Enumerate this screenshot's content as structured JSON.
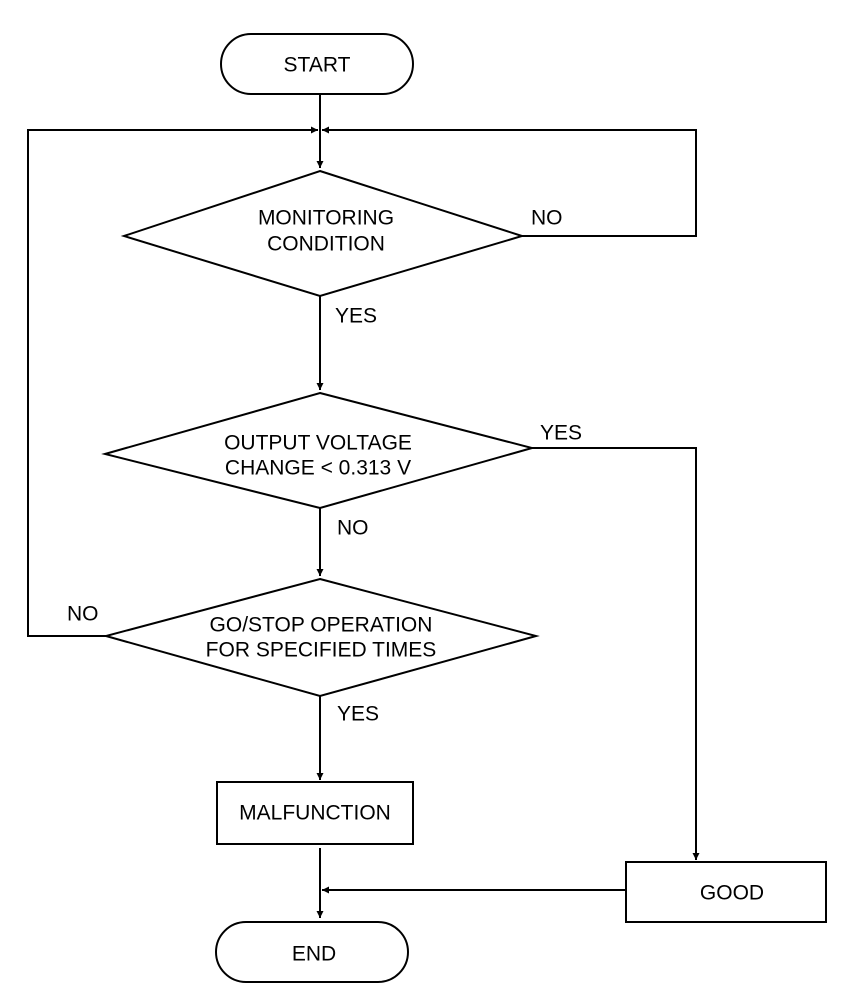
{
  "diagram": {
    "type": "flowchart",
    "nodes": {
      "start": {
        "label": "START",
        "shape": "terminator"
      },
      "monitoring": {
        "label": [
          "MONITORING",
          "CONDITION"
        ],
        "shape": "decision"
      },
      "voltage": {
        "label": [
          "OUTPUT VOLTAGE",
          "CHANGE < 0.313 V"
        ],
        "shape": "decision"
      },
      "gostop": {
        "label": [
          "GO/STOP OPERATION",
          "FOR SPECIFIED TIMES"
        ],
        "shape": "decision"
      },
      "malfunction": {
        "label": "MALFUNCTION",
        "shape": "process"
      },
      "good": {
        "label": "GOOD",
        "shape": "process"
      },
      "end": {
        "label": "END",
        "shape": "terminator"
      }
    },
    "edge_labels": {
      "monitoring_no": "NO",
      "monitoring_yes": "YES",
      "voltage_yes": "YES",
      "voltage_no": "NO",
      "gostop_no": "NO",
      "gostop_yes": "YES"
    }
  }
}
